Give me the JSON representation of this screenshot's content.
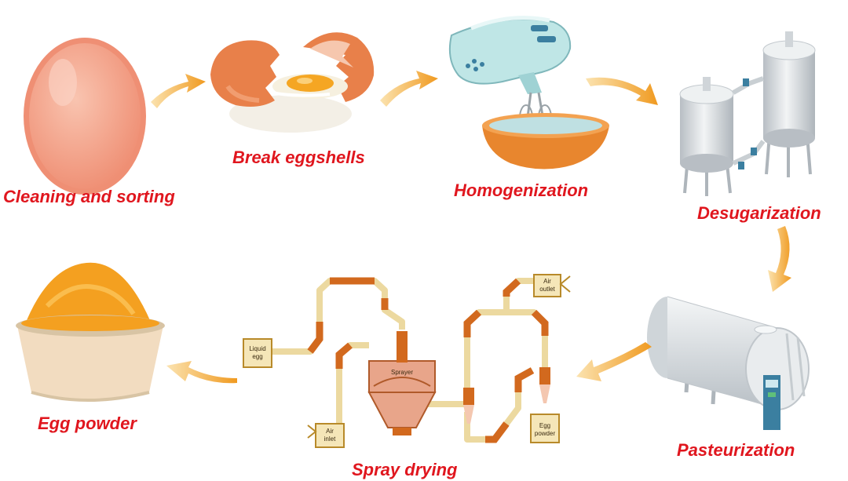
{
  "steps": {
    "cleaning": "Cleaning and sorting",
    "break": "Break eggshells",
    "homogenization": "Homogenization",
    "desugarization": "Desugarization",
    "pasteurization": "Pasteurization",
    "spray_drying": "Spray drying",
    "egg_powder": "Egg powder"
  },
  "spray_dryer": {
    "liquid_egg": [
      "Liquid",
      "egg"
    ],
    "air_inlet": [
      "Air",
      "inlet"
    ],
    "air_outlet": [
      "Air",
      "outlet"
    ],
    "sprayer": "Sprayer",
    "egg_powder": [
      "Egg",
      "powder"
    ]
  },
  "colors": {
    "label": "#e0161e",
    "arrow": "#f0a030",
    "egg": "#f4a48a",
    "shell": "#e8804a",
    "yolk": "#f5a623",
    "pipe": "#ecd9a0",
    "pipe_joint": "#d2691e",
    "steel": "#dfe3e6",
    "powder": "#f4a020"
  }
}
